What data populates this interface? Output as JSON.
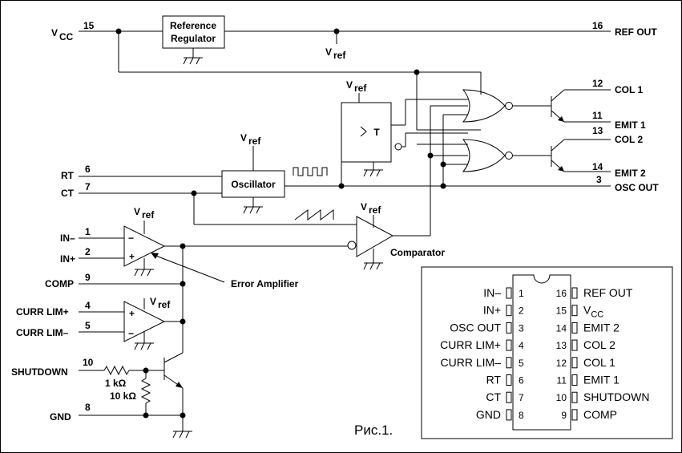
{
  "figure_caption": "Рис.1.",
  "blocks": {
    "reference_regulator": [
      "Reference",
      "Regulator"
    ],
    "oscillator": "Oscillator",
    "flipflop": "T",
    "comparator": "Comparator",
    "error_amplifier": "Error Amplifier"
  },
  "vref": {
    "main": "V",
    "sub": "ref"
  },
  "vcc": {
    "main": "V",
    "sub": "CC"
  },
  "resistors": {
    "r1": "1 kΩ",
    "r2": "10 kΩ"
  },
  "pins_left": {
    "vcc": {
      "num": "15"
    },
    "rt": {
      "name": "RT",
      "num": "6"
    },
    "ct": {
      "name": "CT",
      "num": "7"
    },
    "in_minus": {
      "name": "IN–",
      "num": "1"
    },
    "in_plus": {
      "name": "IN+",
      "num": "2"
    },
    "comp": {
      "name": "COMP",
      "num": "9"
    },
    "curr_lim_plus": {
      "name": "CURR LIM+",
      "num": "4"
    },
    "curr_lim_minus": {
      "name": "CURR LIM–",
      "num": "5"
    },
    "shutdown": {
      "name": "SHUTDOWN",
      "num": "10"
    },
    "gnd": {
      "name": "GND",
      "num": "8"
    }
  },
  "pins_right": {
    "ref_out": {
      "name": "REF OUT",
      "num": "16"
    },
    "col1": {
      "name": "COL 1",
      "num": "12"
    },
    "emit1": {
      "name": "EMIT 1",
      "num": "11"
    },
    "col2": {
      "name": "COL 2",
      "num": "13"
    },
    "emit2": {
      "name": "EMIT 2",
      "num": "14"
    },
    "osc_out": {
      "name": "OSC OUT",
      "num": "3"
    }
  },
  "package": {
    "left": [
      {
        "name": "IN–",
        "num": "1"
      },
      {
        "name": "IN+",
        "num": "2"
      },
      {
        "name": "OSC OUT",
        "num": "3"
      },
      {
        "name": "CURR LIM+",
        "num": "4"
      },
      {
        "name": "CURR LIM–",
        "num": "5"
      },
      {
        "name": "RT",
        "num": "6"
      },
      {
        "name": "CT",
        "num": "7"
      },
      {
        "name": "GND",
        "num": "8"
      }
    ],
    "right": [
      {
        "name": "REF OUT",
        "num": "16"
      },
      {
        "name": "V",
        "sub": "CC",
        "num": "15"
      },
      {
        "name": "EMIT 2",
        "num": "14"
      },
      {
        "name": "COL 2",
        "num": "13"
      },
      {
        "name": "COL 1",
        "num": "12"
      },
      {
        "name": "EMIT 1",
        "num": "11"
      },
      {
        "name": "SHUTDOWN",
        "num": "10"
      },
      {
        "name": "COMP",
        "num": "9"
      }
    ]
  }
}
